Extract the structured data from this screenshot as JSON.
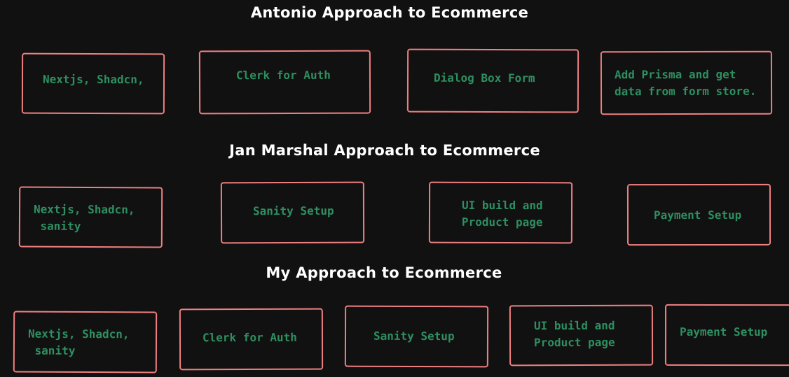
{
  "sections": [
    {
      "title": "Antonio Approach to Ecommerce",
      "steps": [
        "Nextjs, Shadcn,",
        "Clerk for Auth",
        "Dialog Box Form",
        "Add Prisma and get\ndata from form store."
      ]
    },
    {
      "title": "Jan Marshal Approach to Ecommerce",
      "steps": [
        "Nextjs, Shadcn,\n sanity",
        "Sanity Setup",
        "UI build and\nProduct page",
        "Payment Setup"
      ]
    },
    {
      "title": "My Approach to Ecommerce",
      "steps": [
        "Nextjs, Shadcn,\n sanity",
        "Clerk for Auth",
        "Sanity Setup",
        "UI build and\nProduct page",
        "Payment Setup"
      ]
    }
  ],
  "colors": {
    "background": "#121112",
    "heading_text": "#ffffff",
    "box_border": "#f08080",
    "box_text": "#2e8f60"
  }
}
